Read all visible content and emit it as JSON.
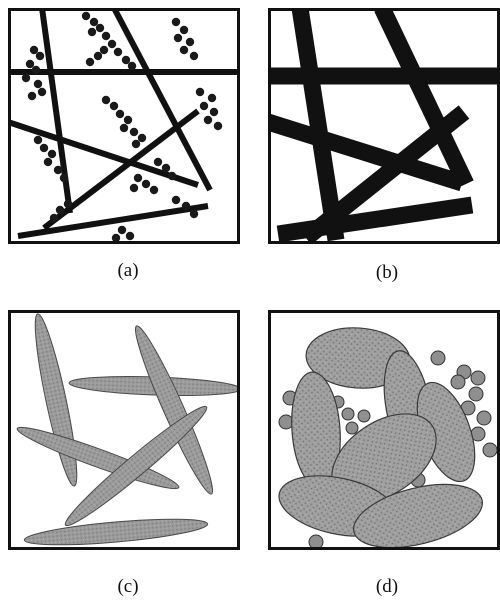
{
  "figure": {
    "panels": [
      {
        "id": "a",
        "label": "(a)"
      },
      {
        "id": "b",
        "label": "(b)"
      },
      {
        "id": "c",
        "label": "(c)"
      },
      {
        "id": "d",
        "label": "(d)"
      }
    ]
  },
  "colors": {
    "frame": "#111111",
    "fiber_black": "#111111",
    "particle_black": "#1a1a1a",
    "ellipse_fill": "#9a9a9a",
    "ellipse_stroke": "#3a3a3a",
    "sphere_fill": "#8e8e8e"
  }
}
